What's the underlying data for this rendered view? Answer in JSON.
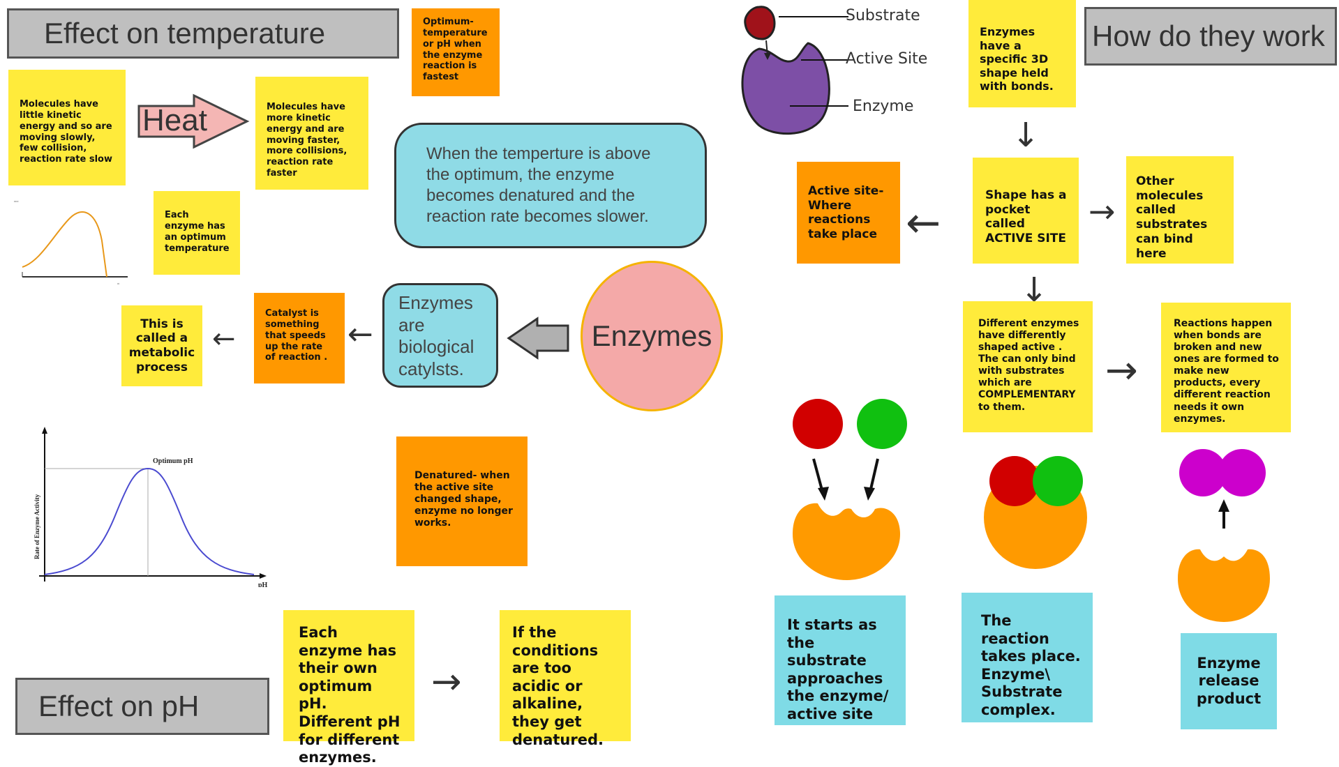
{
  "titles": {
    "temperature": "Effect on temperature",
    "how": "How do they work",
    "ph": "Effect on pH"
  },
  "notes": {
    "optimum": "Optimum- temperature or pH when the enzyme reaction is fastest",
    "little_ke": "Molecules have little kinetic energy and so are moving slowly, few collision, reaction rate slow",
    "heat": "Heat",
    "more_ke": "Molecules have more kinetic energy and are moving faster, more collisions, reaction rate faster",
    "denatured_temp": "When the temperture is above the optimum, the  enzyme becomes denatured and the reaction rate becomes slower.",
    "each_optimum_temp": "Each enzyme has an optimum temperature",
    "metabolic": "This is called a metabolic process",
    "catalyst": "Catalyst is something that speeds up the rate of reaction .",
    "enzymes_are": "Enzymes are biological catylsts.",
    "enzymes_circle": "Enzymes",
    "denatured_def": "Denatured- when the active site changed shape, enzyme no longer works.",
    "each_ph": "Each enzyme has their own optimum pH. Different pH for different enzymes.",
    "acidic": "If the conditions are too acidic or alkaline, they get denatured.",
    "shape3d": "Enzymes have a specific 3D shape held with bonds.",
    "active_site_def": "Active site- Where reactions take place",
    "pocket": "Shape has a pocket called ACTIVE SITE",
    "substrates": "Other molecules called substrates can bind here",
    "complementary": "Different enzymes have differently shaped active . The can only bind with substrates which are COMPLEMENTARY to them.",
    "reactions": "Reactions happen when bonds are broken and new ones are formed to make new products, every different reaction needs it own enzymes.",
    "step1": "It starts as the substrate approaches the enzyme/ active site",
    "step2": "The reaction takes place. Enzyme\\ Substrate complex.",
    "step3": "Enzyme release product"
  },
  "diagram_labels": {
    "substrate": "Substrate",
    "active_site": "Active Site",
    "enzyme": "Enzyme"
  },
  "ph_graph": {
    "optimum_label": "Optimum pH",
    "y_label": "Rate of Enzyme Activity",
    "x_label": "pH"
  },
  "colors": {
    "yellow_note": "#ffeb3b",
    "orange_note": "#ff9800",
    "cyan_note": "#7fdbe6",
    "enzyme_circle": "#f4a9a8",
    "heat_arrow": "#f4b6b4",
    "title_box": "#bfbfbf",
    "red_substrate": "#d10000",
    "green_substrate": "#10c010",
    "purple_product": "#cc00cc"
  }
}
